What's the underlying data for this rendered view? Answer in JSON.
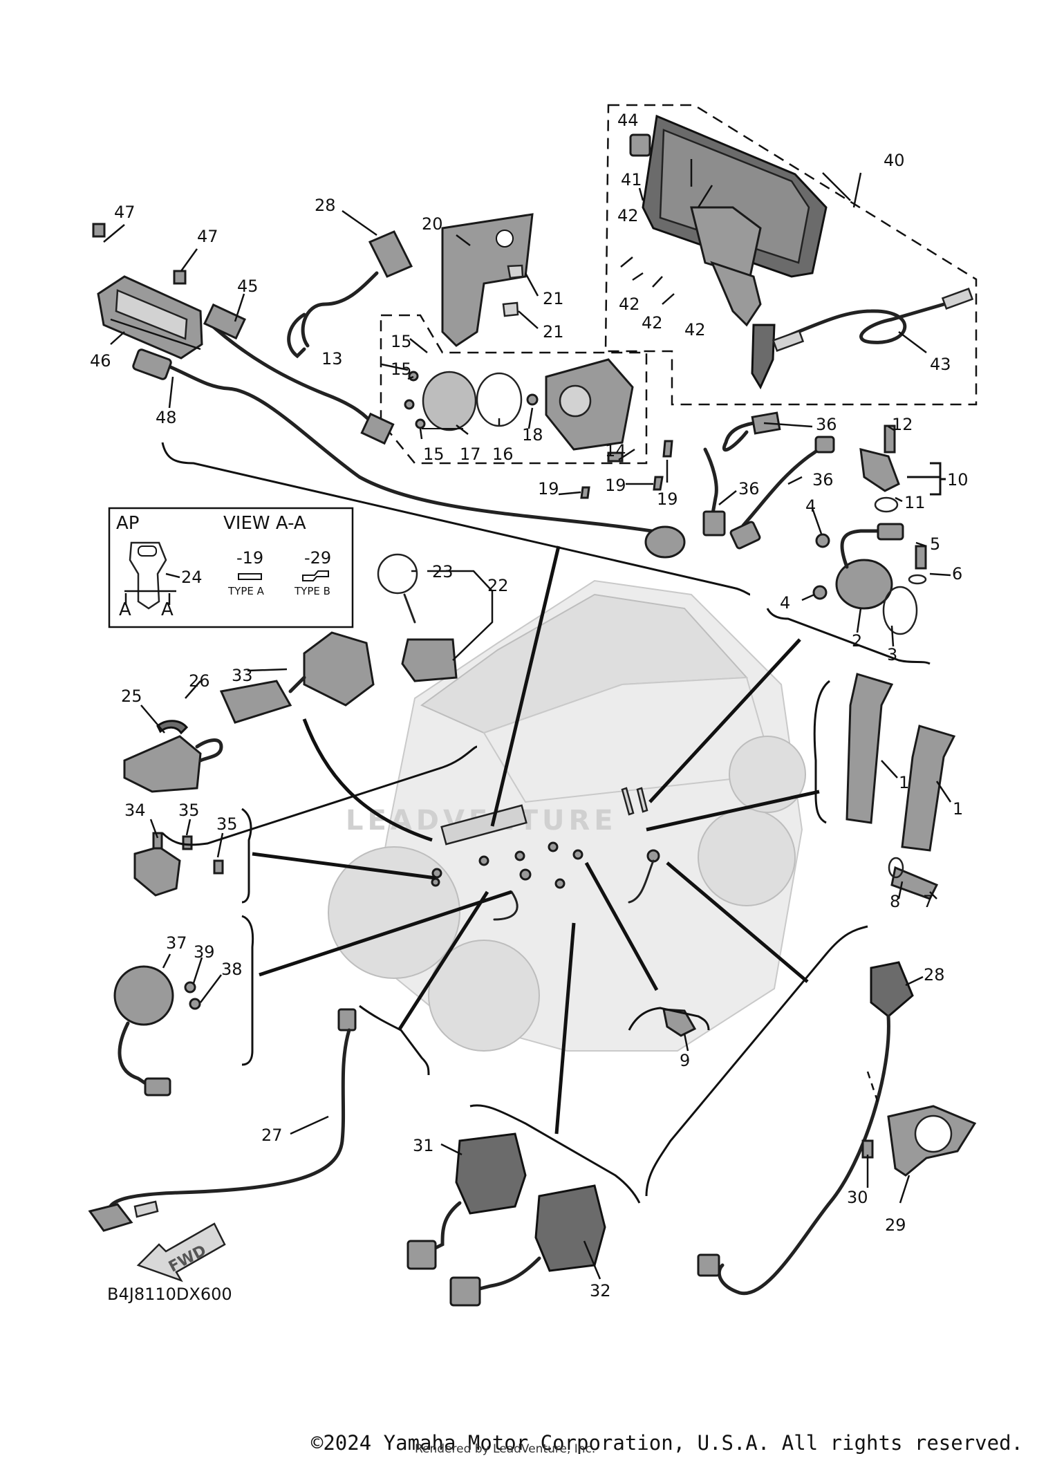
{
  "diagram_code": "B4J8110DX600",
  "copyright": "©2024 Yamaha Motor Corporation, U.S.A. All rights reserved.",
  "rendered_by": "Rendered by LeadVenture, Inc.",
  "watermark": "LEADVENTURE",
  "fwd_label": "FWD",
  "inset": {
    "ap_label": "AP",
    "view_title": "VIEW A-A",
    "section_letter": "A",
    "key_callout": "24",
    "type_a_code": "-19",
    "type_b_code": "-29",
    "type_a_label": "TYPE A",
    "type_b_label": "TYPE B"
  },
  "callouts": [
    {
      "id": "c1a",
      "text": "1"
    },
    {
      "id": "c1b",
      "text": "1"
    },
    {
      "id": "c2",
      "text": "2"
    },
    {
      "id": "c3",
      "text": "3"
    },
    {
      "id": "c4a",
      "text": "4"
    },
    {
      "id": "c4b",
      "text": "4"
    },
    {
      "id": "c5",
      "text": "5"
    },
    {
      "id": "c6",
      "text": "6"
    },
    {
      "id": "c7",
      "text": "7"
    },
    {
      "id": "c8",
      "text": "8"
    },
    {
      "id": "c9",
      "text": "9"
    },
    {
      "id": "c10",
      "text": "10"
    },
    {
      "id": "c11",
      "text": "11"
    },
    {
      "id": "c12",
      "text": "12"
    },
    {
      "id": "c13",
      "text": "13"
    },
    {
      "id": "c14",
      "text": "14"
    },
    {
      "id": "c15a",
      "text": "15"
    },
    {
      "id": "c15b",
      "text": "15"
    },
    {
      "id": "c15c",
      "text": "15"
    },
    {
      "id": "c16",
      "text": "16"
    },
    {
      "id": "c17",
      "text": "17"
    },
    {
      "id": "c18",
      "text": "18"
    },
    {
      "id": "c19a",
      "text": "19"
    },
    {
      "id": "c19b",
      "text": "19"
    },
    {
      "id": "c19c",
      "text": "19"
    },
    {
      "id": "c20",
      "text": "20"
    },
    {
      "id": "c21a",
      "text": "21"
    },
    {
      "id": "c21b",
      "text": "21"
    },
    {
      "id": "c22",
      "text": "22"
    },
    {
      "id": "c23",
      "text": "23"
    },
    {
      "id": "c25",
      "text": "25"
    },
    {
      "id": "c26",
      "text": "26"
    },
    {
      "id": "c27",
      "text": "27"
    },
    {
      "id": "c28a",
      "text": "28"
    },
    {
      "id": "c28b",
      "text": "28"
    },
    {
      "id": "c29",
      "text": "29"
    },
    {
      "id": "c30",
      "text": "30"
    },
    {
      "id": "c31",
      "text": "31"
    },
    {
      "id": "c32",
      "text": "32"
    },
    {
      "id": "c33",
      "text": "33"
    },
    {
      "id": "c34",
      "text": "34"
    },
    {
      "id": "c35a",
      "text": "35"
    },
    {
      "id": "c35b",
      "text": "35"
    },
    {
      "id": "c36a",
      "text": "36"
    },
    {
      "id": "c36b",
      "text": "36"
    },
    {
      "id": "c36c",
      "text": "36"
    },
    {
      "id": "c37",
      "text": "37"
    },
    {
      "id": "c38",
      "text": "38"
    },
    {
      "id": "c39",
      "text": "39"
    },
    {
      "id": "c40",
      "text": "40"
    },
    {
      "id": "c41",
      "text": "41"
    },
    {
      "id": "c42a",
      "text": "42"
    },
    {
      "id": "c42b",
      "text": "42"
    },
    {
      "id": "c42c",
      "text": "42"
    },
    {
      "id": "c42d",
      "text": "42"
    },
    {
      "id": "c43",
      "text": "43"
    },
    {
      "id": "c44",
      "text": "44"
    },
    {
      "id": "c45",
      "text": "45"
    },
    {
      "id": "c46",
      "text": "46"
    },
    {
      "id": "c47a",
      "text": "47"
    },
    {
      "id": "c47b",
      "text": "47"
    },
    {
      "id": "c48",
      "text": "48"
    }
  ]
}
